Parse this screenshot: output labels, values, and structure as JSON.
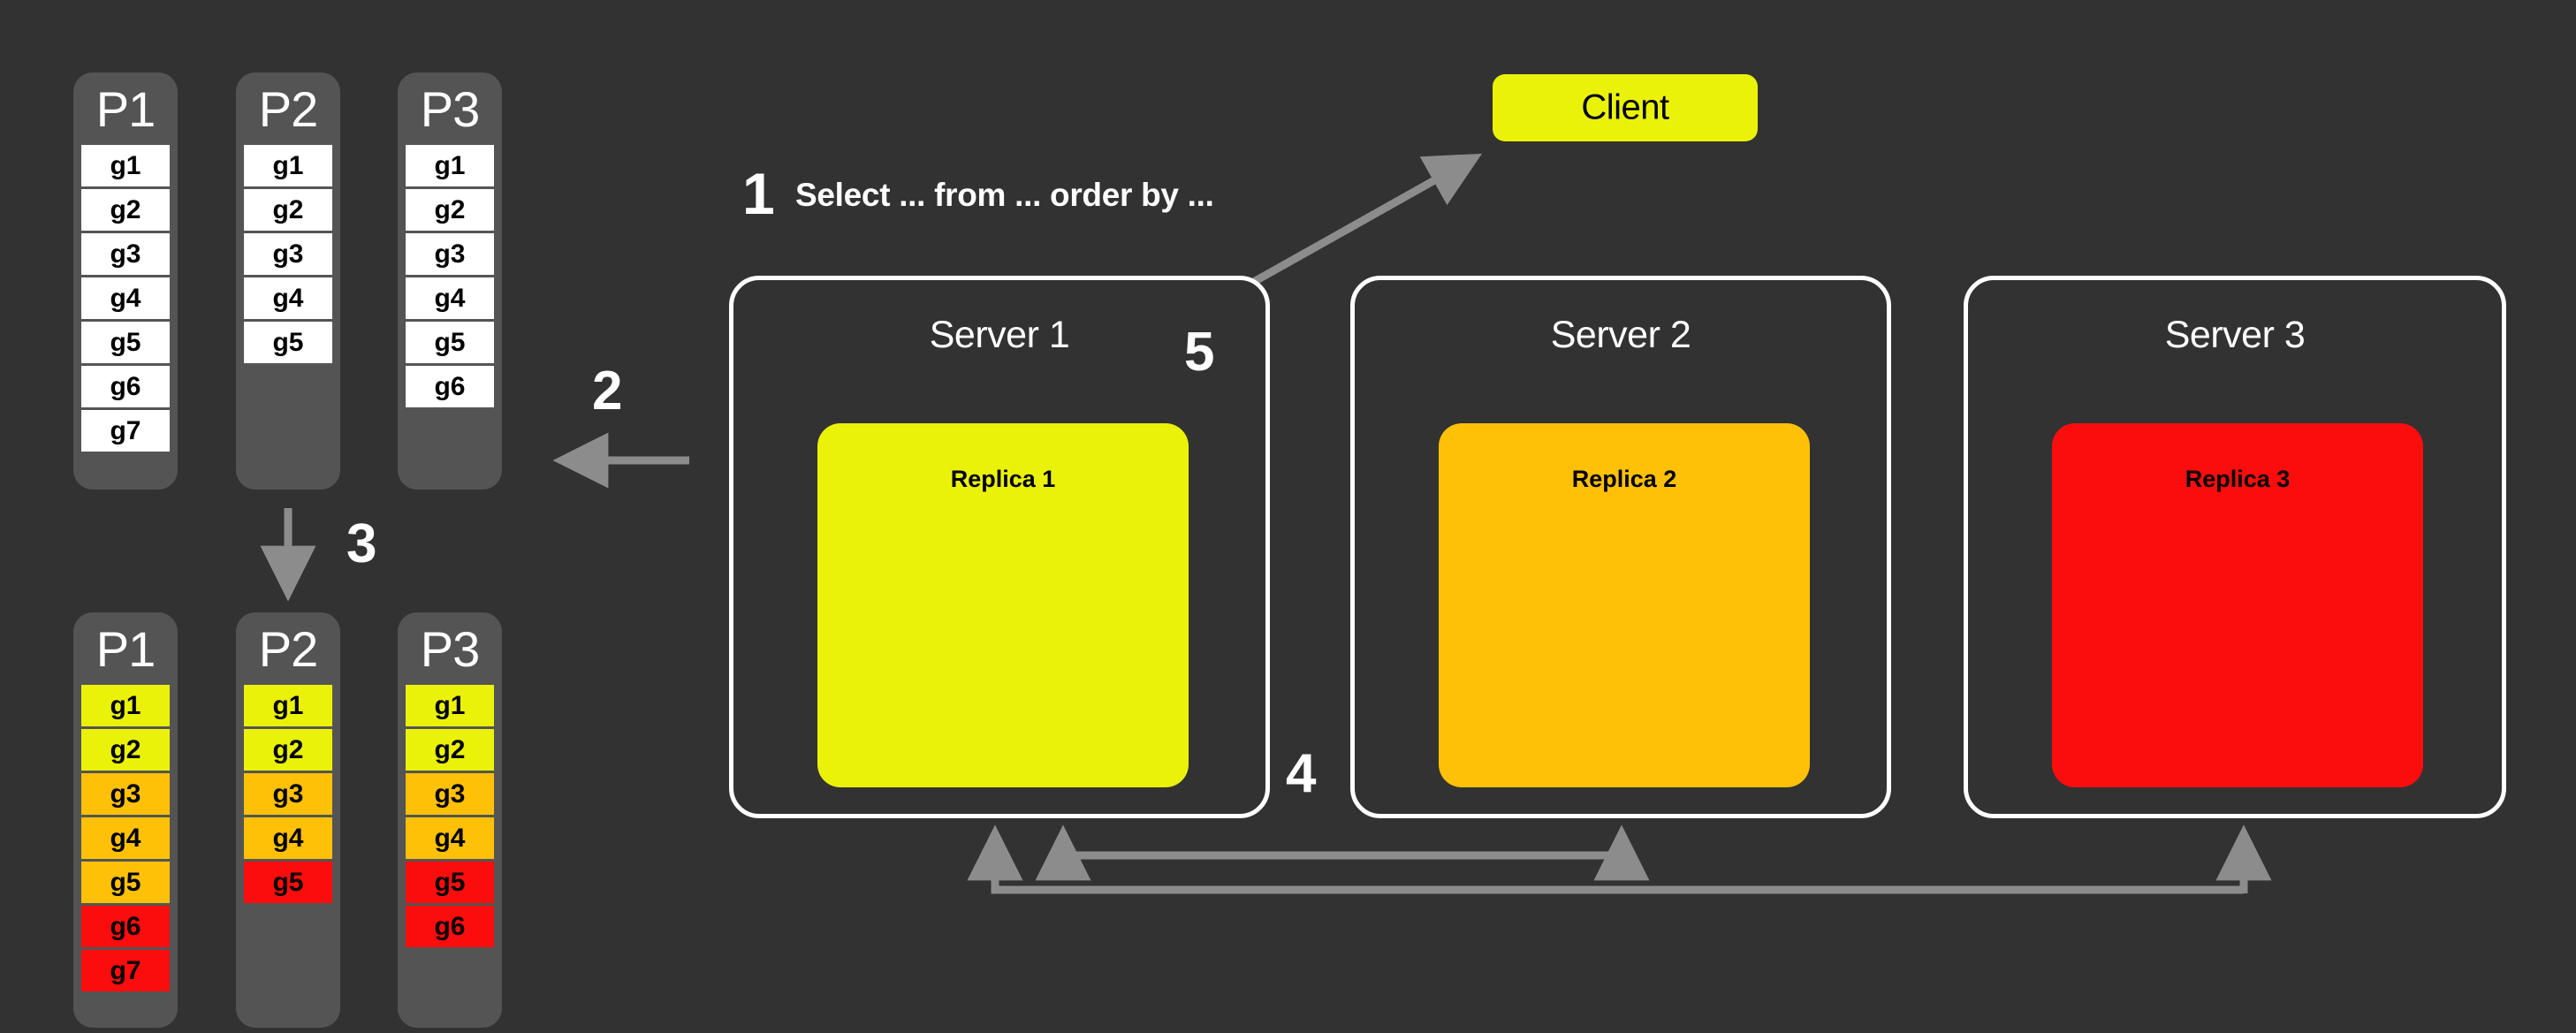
{
  "theme": {
    "background": "#323232",
    "panel_border": "#ffffff",
    "column_bg": "#545454",
    "arrow": "#8c8c8c",
    "yellow": "#eaf20a",
    "amber": "#ffc107",
    "red": "#fc0d0d",
    "white": "#ffffff"
  },
  "top_partitions": [
    {
      "title": "P1",
      "cells": [
        {
          "label": "g1",
          "color": "white"
        },
        {
          "label": "g2",
          "color": "white"
        },
        {
          "label": "g3",
          "color": "white"
        },
        {
          "label": "g4",
          "color": "white"
        },
        {
          "label": "g5",
          "color": "white"
        },
        {
          "label": "g6",
          "color": "white"
        },
        {
          "label": "g7",
          "color": "white"
        }
      ]
    },
    {
      "title": "P2",
      "cells": [
        {
          "label": "g1",
          "color": "white"
        },
        {
          "label": "g2",
          "color": "white"
        },
        {
          "label": "g3",
          "color": "white"
        },
        {
          "label": "g4",
          "color": "white"
        },
        {
          "label": "g5",
          "color": "white"
        }
      ]
    },
    {
      "title": "P3",
      "cells": [
        {
          "label": "g1",
          "color": "white"
        },
        {
          "label": "g2",
          "color": "white"
        },
        {
          "label": "g3",
          "color": "white"
        },
        {
          "label": "g4",
          "color": "white"
        },
        {
          "label": "g5",
          "color": "white"
        },
        {
          "label": "g6",
          "color": "white"
        }
      ]
    }
  ],
  "bottom_partitions": [
    {
      "title": "P1",
      "cells": [
        {
          "label": "g1",
          "color": "yellow"
        },
        {
          "label": "g2",
          "color": "yellow"
        },
        {
          "label": "g3",
          "color": "amber"
        },
        {
          "label": "g4",
          "color": "amber"
        },
        {
          "label": "g5",
          "color": "amber"
        },
        {
          "label": "g6",
          "color": "red"
        },
        {
          "label": "g7",
          "color": "red"
        }
      ]
    },
    {
      "title": "P2",
      "cells": [
        {
          "label": "g1",
          "color": "yellow"
        },
        {
          "label": "g2",
          "color": "yellow"
        },
        {
          "label": "g3",
          "color": "amber"
        },
        {
          "label": "g4",
          "color": "amber"
        },
        {
          "label": "g5",
          "color": "red"
        }
      ]
    },
    {
      "title": "P3",
      "cells": [
        {
          "label": "g1",
          "color": "yellow"
        },
        {
          "label": "g2",
          "color": "yellow"
        },
        {
          "label": "g3",
          "color": "amber"
        },
        {
          "label": "g4",
          "color": "amber"
        },
        {
          "label": "g5",
          "color": "red"
        },
        {
          "label": "g6",
          "color": "red"
        }
      ]
    }
  ],
  "client": {
    "label": "Client",
    "color": "#eaf20a"
  },
  "servers": [
    {
      "title": "Server 1",
      "replica": "Replica 1",
      "replica_color": "#eaf20a"
    },
    {
      "title": "Server 2",
      "replica": "Replica 2",
      "replica_color": "#ffc107"
    },
    {
      "title": "Server 3",
      "replica": "Replica 3",
      "replica_color": "#fc0d0d"
    }
  ],
  "steps": {
    "one": "1",
    "two": "2",
    "three": "3",
    "four": "4",
    "five": "5"
  },
  "query_caption": "Select ... from ... order by ..."
}
